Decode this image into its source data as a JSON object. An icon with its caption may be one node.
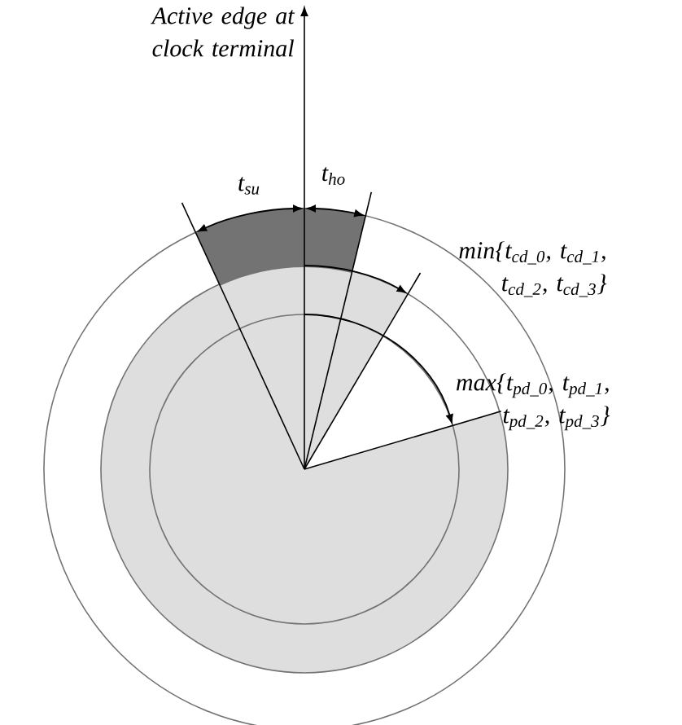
{
  "diagram": {
    "labels": [
      "Active edge at clock terminal",
      "t$_{su}$",
      "t$_{ho}$",
      "min{t$_{cd_0}$, t$_{cd_1}$, t$_{cd_2}$, t$_{cd_3}$}",
      "max{t$_{pd_0}$, t$_{pd_1}$, t$_{pd_2}$, t$_{pd_3}$}"
    ]
  }
}
